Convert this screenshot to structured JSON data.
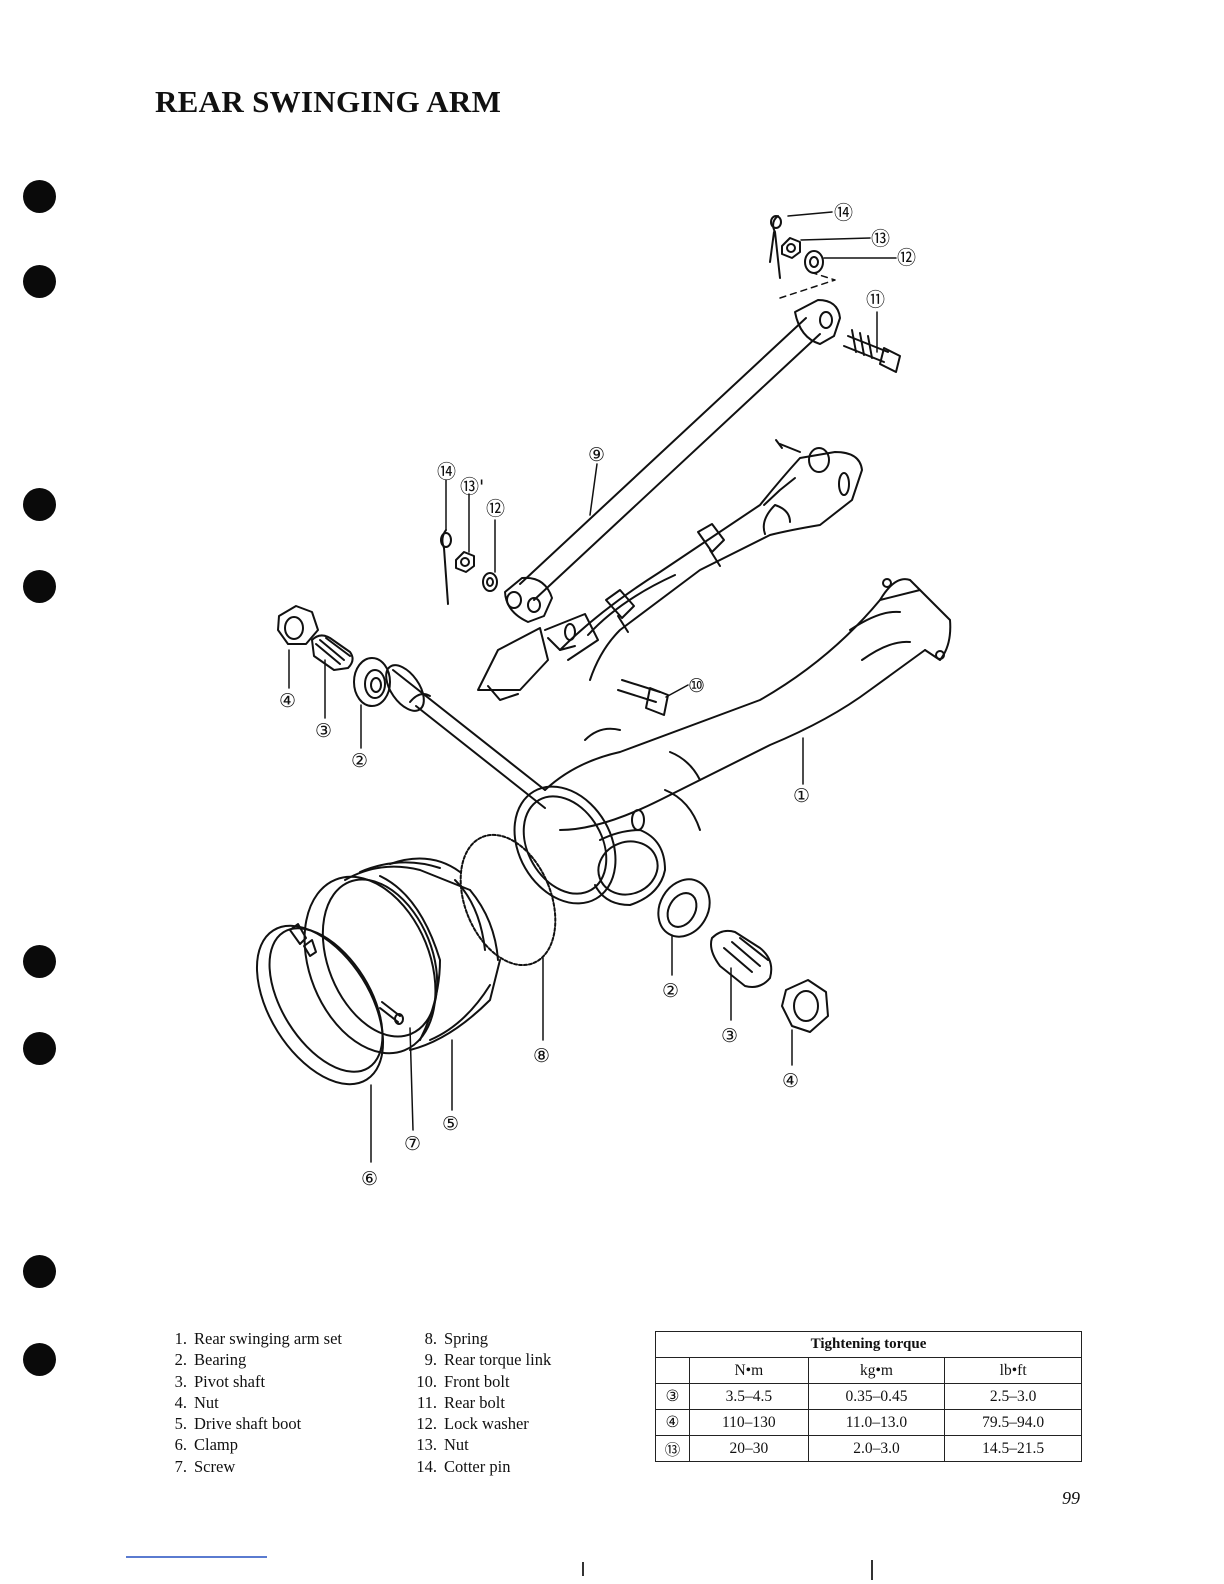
{
  "title": "REAR SWINGING ARM",
  "callouts": [
    "①",
    "②",
    "③",
    "④",
    "⑤",
    "⑥",
    "⑦",
    "⑧",
    "⑨",
    "⑩",
    "⑪",
    "⑫",
    "⑬",
    "⑭",
    "⑬'"
  ],
  "parts": [
    {
      "num": "1.",
      "name": "Rear swinging arm set"
    },
    {
      "num": "2.",
      "name": "Bearing"
    },
    {
      "num": "3.",
      "name": "Pivot shaft"
    },
    {
      "num": "4.",
      "name": "Nut"
    },
    {
      "num": "5.",
      "name": "Drive shaft boot"
    },
    {
      "num": "6.",
      "name": "Clamp"
    },
    {
      "num": "7.",
      "name": "Screw"
    },
    {
      "num": "8.",
      "name": "Spring"
    },
    {
      "num": "9.",
      "name": "Rear torque link"
    },
    {
      "num": "10.",
      "name": "Front bolt"
    },
    {
      "num": "11.",
      "name": "Rear bolt"
    },
    {
      "num": "12.",
      "name": "Lock washer"
    },
    {
      "num": "13.",
      "name": "Nut"
    },
    {
      "num": "14.",
      "name": "Cotter pin"
    }
  ],
  "torque_table": {
    "title": "Tightening torque",
    "headers": [
      "N•m",
      "kg•m",
      "lb•ft"
    ],
    "rows": [
      {
        "mark": "③",
        "nm": "3.5–4.5",
        "kgm": "0.35–0.45",
        "lbft": "2.5–3.0"
      },
      {
        "mark": "④",
        "nm": "110–130",
        "kgm": "11.0–13.0",
        "lbft": "79.5–94.0"
      },
      {
        "mark": "⑬",
        "nm": "20–30",
        "kgm": "2.0–3.0",
        "lbft": "14.5–21.5"
      }
    ]
  },
  "page_number": "99"
}
